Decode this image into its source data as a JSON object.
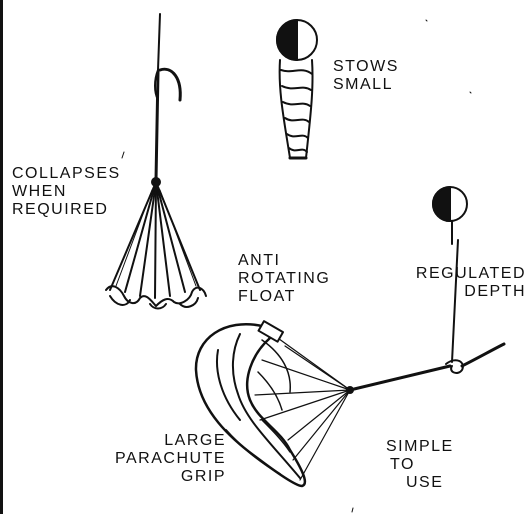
{
  "labels": {
    "stows_small": [
      "STOWS",
      "SMALL"
    ],
    "collapses": [
      "COLLAPSES",
      "WHEN",
      "REQUIRED"
    ],
    "anti_rotating": [
      "ANTI",
      "ROTATING",
      "FLOAT"
    ],
    "regulated_depth": [
      "REGULATED",
      "DEPTH"
    ],
    "large_parachute": [
      "LARGE",
      "PARACHUTE",
      "GRIP"
    ],
    "simple_to_use": [
      "SIMPLE",
      "TO",
      "USE"
    ]
  },
  "colors": {
    "ink": "#111111",
    "paper": "#ffffff"
  },
  "icons": [
    "collapsed-parachute-icon",
    "stowed-anchor-icon",
    "deployed-parachute-anchor-icon",
    "buoy-float-icon"
  ]
}
